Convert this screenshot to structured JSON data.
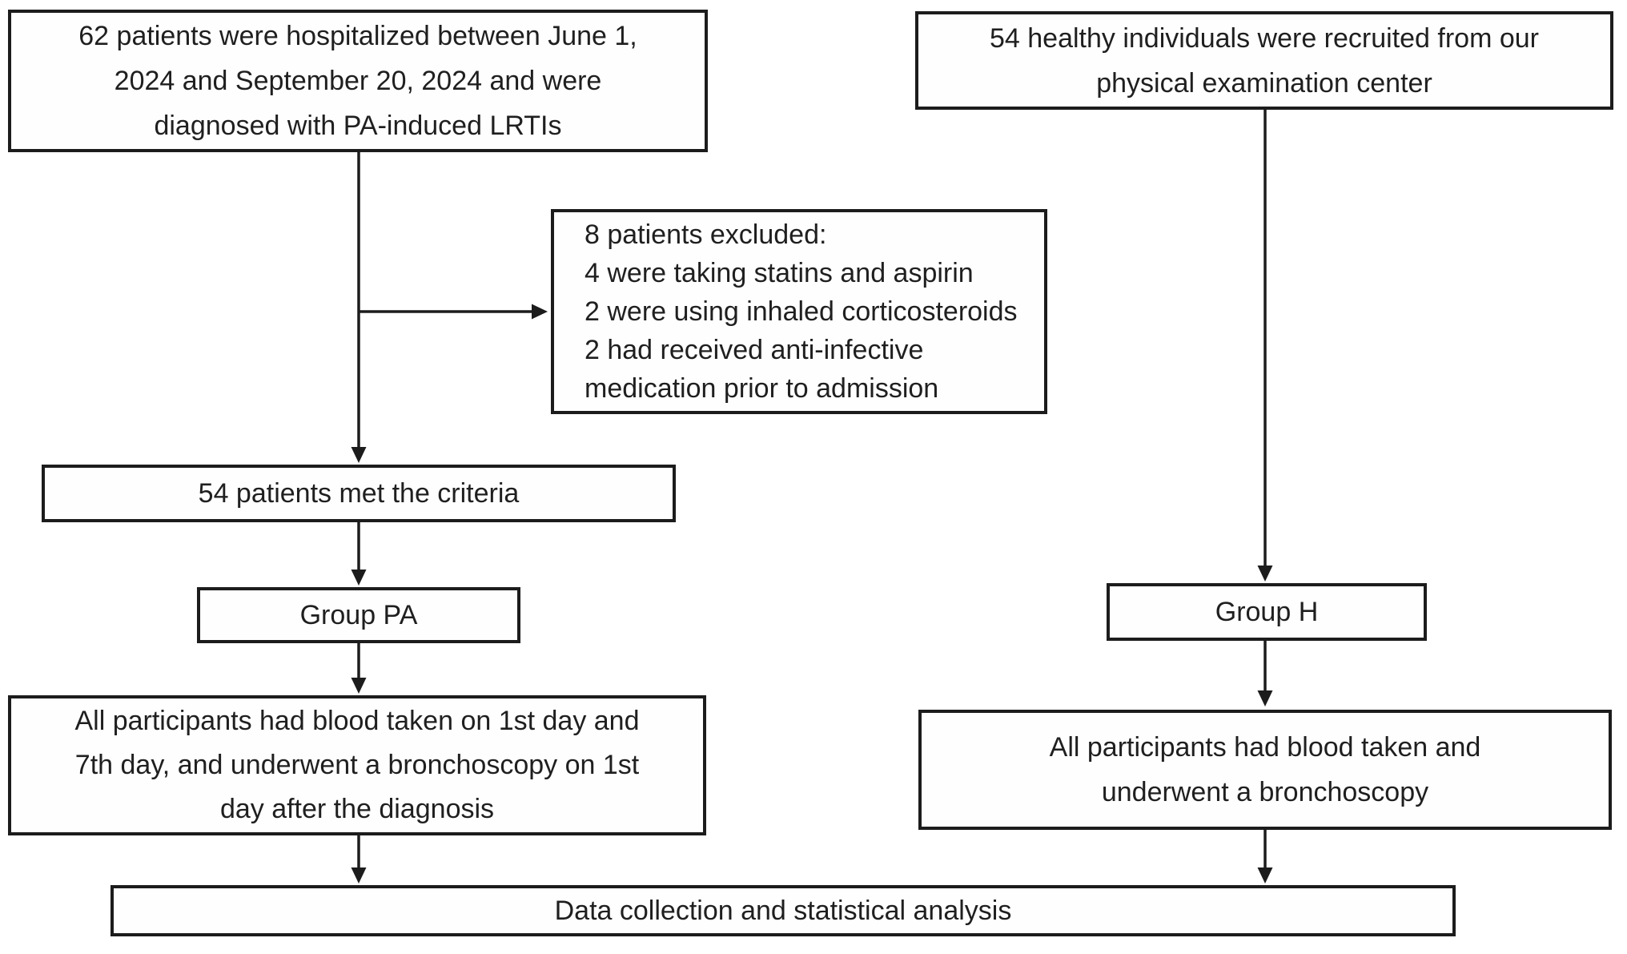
{
  "colors": {
    "stroke": "#1c1c1c",
    "text": "#1f1f1f",
    "background": "#ffffff"
  },
  "nodes": {
    "hospitalized": {
      "lines": [
        "62 patients were hospitalized between June 1,",
        "2024 and September 20, 2024 and were",
        "diagnosed with PA-induced LRTIs"
      ]
    },
    "healthy": {
      "lines": [
        "54 healthy individuals were recruited from our",
        "physical examination center"
      ]
    },
    "excluded": {
      "lines": [
        "8 patients excluded:",
        "4 were taking statins and aspirin",
        "2 were using inhaled corticosteroids",
        "2 had received anti-infective",
        "medication prior to admission"
      ]
    },
    "met_criteria": {
      "label": "54 patients met the criteria"
    },
    "group_pa": {
      "label": "Group PA"
    },
    "sampling_pa": {
      "lines": [
        "All participants had blood taken on 1st day and",
        "7th day, and underwent a bronchoscopy on 1st",
        "day after the diagnosis"
      ]
    },
    "group_h": {
      "label": "Group H"
    },
    "sampling_h": {
      "lines": [
        "All participants had blood taken and",
        "underwent a bronchoscopy"
      ]
    },
    "analysis": {
      "label": "Data collection and statistical analysis"
    }
  },
  "edges": [
    {
      "from": "hospitalized",
      "to": "met_criteria",
      "type": "arrow"
    },
    {
      "from": "hospitalized",
      "to": "excluded",
      "type": "arrow"
    },
    {
      "from": "met_criteria",
      "to": "group_pa",
      "type": "arrow"
    },
    {
      "from": "group_pa",
      "to": "sampling_pa",
      "type": "arrow"
    },
    {
      "from": "sampling_pa",
      "to": "analysis",
      "type": "arrow"
    },
    {
      "from": "healthy",
      "to": "group_h",
      "type": "arrow"
    },
    {
      "from": "group_h",
      "to": "sampling_h",
      "type": "arrow"
    },
    {
      "from": "sampling_h",
      "to": "analysis",
      "type": "arrow"
    }
  ]
}
